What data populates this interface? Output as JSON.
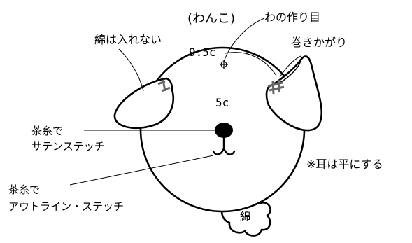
{
  "title": "(わんこ)",
  "labels": {
    "seam_line": "わの作り目",
    "no_stuffing": "綿は入れない",
    "head_width": "9.5c",
    "curl": "巻きかがり",
    "center": "5c",
    "nose": [
      "茶糸で",
      "サテンステッチ"
    ],
    "mouth": [
      "茶糸で",
      "アウトライン・ステッチ"
    ],
    "ear_note": "※耳は平にする",
    "stuffing": "綿"
  },
  "colors": {
    "line": "#000000",
    "stitch": "#666666",
    "fill": "#ffffff"
  }
}
